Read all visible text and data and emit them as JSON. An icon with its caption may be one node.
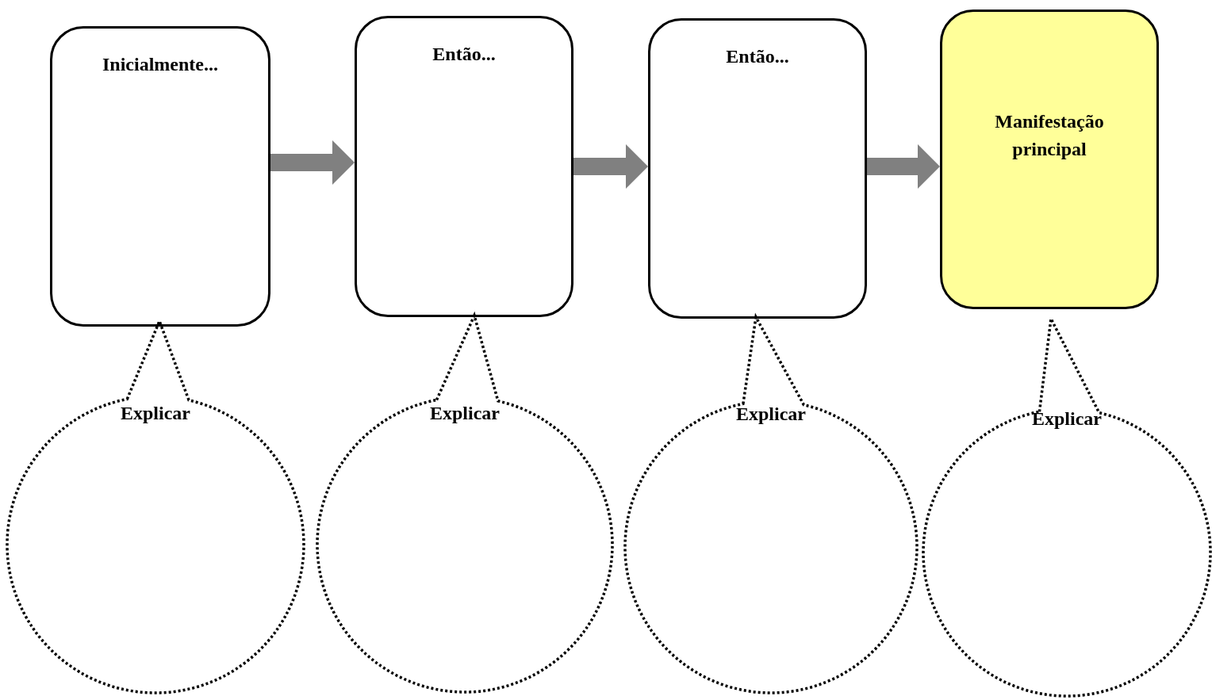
{
  "diagram": {
    "nodes": [
      {
        "text": [
          "Inicialmente..."
        ]
      },
      {
        "text": [
          "Então..."
        ]
      },
      {
        "text": [
          "Então..."
        ]
      },
      {
        "text": [
          "Manifestação principal"
        ]
      },
      {
        "text": [
          "Explicar"
        ]
      },
      {
        "text": [
          "Explicar"
        ]
      },
      {
        "text": [
          "Explicar"
        ]
      },
      {
        "text": [
          "Explicar"
        ]
      }
    ],
    "edges": [
      {
        "from": 0,
        "to": 1,
        "arrow": "to"
      },
      {
        "from": 1,
        "to": 2,
        "arrow": "to"
      },
      {
        "from": 2,
        "to": 3,
        "arrow": "to"
      }
    ]
  }
}
